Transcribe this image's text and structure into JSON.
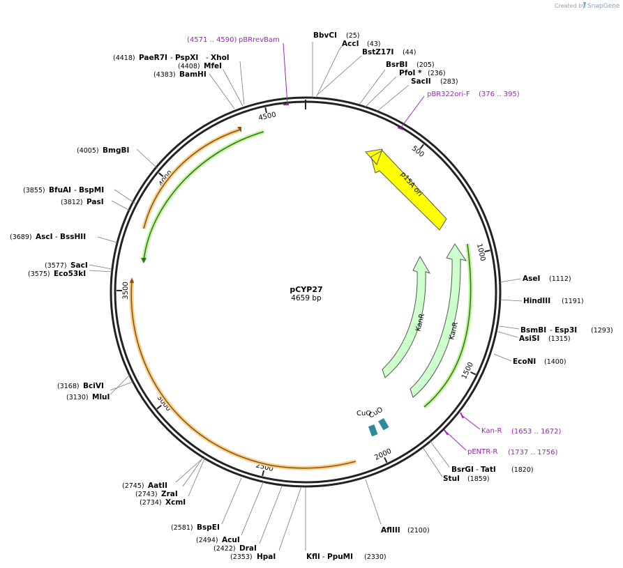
{
  "header": {
    "credit": "Created by",
    "brand": "SnapGene"
  },
  "plasmid": {
    "name": "pCYP27",
    "length_label": "4659 bp",
    "length": 4659
  },
  "ticks": [
    "500",
    "1000",
    "1500",
    "2000",
    "2500",
    "3000",
    "3500",
    "4000",
    "4500"
  ],
  "features": [
    {
      "name": "p15A ori",
      "color": "#ffff00"
    },
    {
      "name": "KanR",
      "color": "#ccffcc"
    },
    {
      "name": "KanR",
      "color": "#ccffcc"
    },
    {
      "name": "CuO",
      "color": "#2e8b9a"
    },
    {
      "name": "CuO",
      "color": "#2e8b9a"
    }
  ],
  "primers": [
    {
      "name": "pBRrevBam",
      "range": "(4571 .. 4590)"
    },
    {
      "name": "pBR322ori-F",
      "range": "(376 .. 395)"
    },
    {
      "name": "Kan-R",
      "range": "(1653 .. 1672)"
    },
    {
      "name": "pENTR-R",
      "range": "(1737 .. 1756)"
    }
  ],
  "sites": [
    {
      "name": "BbvCI",
      "pos": "(25)"
    },
    {
      "name": "AccI",
      "pos": "(43)"
    },
    {
      "name": "BstZ17I",
      "pos": "(44)"
    },
    {
      "name": "BsrBI",
      "pos": "(205)"
    },
    {
      "name": "PfoI *",
      "pos": "(236)"
    },
    {
      "name": "SacII",
      "pos": "(283)"
    },
    {
      "name": "AseI",
      "pos": "(1112)"
    },
    {
      "name": "HindIII",
      "pos": "(1191)"
    },
    {
      "name": "BsmBI",
      "name2": "Esp3I",
      "pos": "(1293)"
    },
    {
      "name": "AsiSI",
      "pos": "(1315)"
    },
    {
      "name": "EcoNI",
      "pos": "(1400)"
    },
    {
      "name": "BsrGI",
      "name2": "TatI",
      "pos": "(1820)"
    },
    {
      "name": "StuI",
      "pos": "(1859)"
    },
    {
      "name": "AflIII",
      "pos": "(2100)"
    },
    {
      "name": "KflI",
      "name2": "PpuMI",
      "pos": "(2330)"
    },
    {
      "name": "HpaI",
      "pos": "(2353)"
    },
    {
      "name": "DraI",
      "pos": "(2422)"
    },
    {
      "name": "AcuI",
      "pos": "(2494)"
    },
    {
      "name": "BspEI",
      "pos": "(2581)"
    },
    {
      "name": "XcmI",
      "pos": "(2734)"
    },
    {
      "name": "ZraI",
      "pos": "(2743)"
    },
    {
      "name": "AatII",
      "pos": "(2745)"
    },
    {
      "name": "MluI",
      "pos": "(3130)"
    },
    {
      "name": "BciVI",
      "pos": "(3168)"
    },
    {
      "name": "Eco53kI",
      "pos": "(3575)"
    },
    {
      "name": "SacI",
      "pos": "(3577)"
    },
    {
      "name": "AscI",
      "name2": "BssHII",
      "pos": "(3689)"
    },
    {
      "name": "PasI",
      "pos": "(3812)"
    },
    {
      "name": "BfuAI",
      "name2": "BspMI",
      "pos": "(3855)"
    },
    {
      "name": "BmgBI",
      "pos": "(4005)"
    },
    {
      "name": "BamHI",
      "pos": "(4383)"
    },
    {
      "name": "MfeI",
      "pos": "(4408)"
    },
    {
      "name": "PaeR7I",
      "name2": "PspXI",
      "name3": "XhoI",
      "pos": "(4418)"
    }
  ]
}
